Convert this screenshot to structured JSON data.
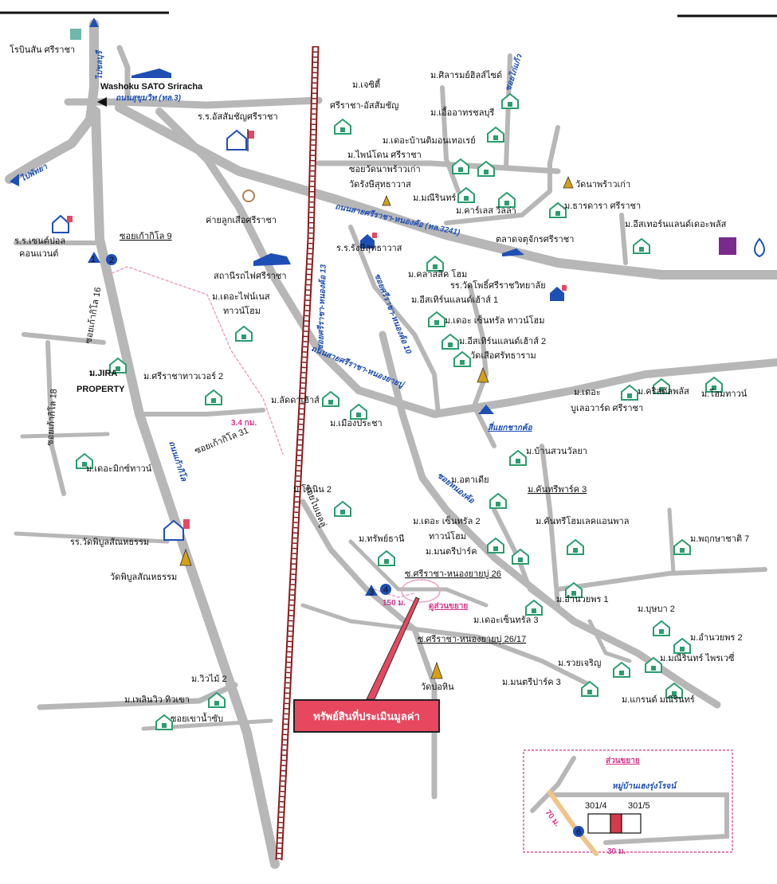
{
  "colors": {
    "road": "#b7b7b7",
    "rail": "#8b1a1a",
    "road_label": "#1e4fb5",
    "pink": "#d6338a",
    "asset": "#e8485f",
    "village": "#2a9d6e"
  },
  "labels": {
    "ropinson": "โรบินสัน ศรีราชา",
    "washoku": "Washoku SATO Sriracha",
    "rr_assumption": "ร.ร.อัสสัมชัญศรีราชา",
    "boy_scout": "ค่ายลูกเสือศรีราชา",
    "rr_central": "ร.ร.เซนต์ปอล",
    "convent": "คอนแวนต์",
    "soi_kaokilo9": "ซอยเก้ากิโล 9",
    "station": "สถานีรถไฟศรีราชา",
    "m_jc": "ม.เจซิตี้",
    "m_jc2": "ศรีราชา-อัสสัมชัญ",
    "m_silaram": "ม.ศิลารมย์ฮิลส์ไซด์",
    "m_euaarthorn": "ม.เอื้ออาทรชลบุรี",
    "m_theban": "ม.เดอะบ้านติมอนเทอเรย์",
    "m_pinedon": "ม.ไพน์โดน ศรีราชา",
    "soi_watnapra": "ซอยวัดนาพร้าวเก่า",
    "wat_rangsee": "วัดรังษีสุทธาวาส",
    "m_manee": "ม.มณีรินทร์",
    "m_karles": "ม.คาร์เลส วิลล่า",
    "wat_napra": "วัดนาพร้าวเก่า",
    "m_thandara": "ม.ธารดารา ศรีราชา",
    "m_eastern_land": "ม.อีสเทอร์นแลนด์เดอะพลัส",
    "market": "ตลาดจตุจักรศรีราชา",
    "rr_rangsee": "ร.ร.รังษีสุทธาวาส",
    "m_classic": "ม.คลาสสิค โฮม",
    "rr_wat_pho": "รร.วัดโพธิ์ศรีราชวิทยาลัย",
    "m_eastern1": "ม.อีสเทิร์นแลนด์เฮ้าส์ 1",
    "m_central_town": "ม.เดอะ เซ็นทรัล ทาวน์โฮม",
    "m_eastern2": "ม.อีสเทิร์นแลนด์เฮ้าส์ 2",
    "wat_suea": "วัดเสือศรัทธาราม",
    "m_thefine": "ม.เดอะไฟน์เนส",
    "thefine2": "ทาวน์โฮม",
    "m_jira": "ม.JIRA",
    "jira2": "PROPERTY",
    "m_sriracha_tower": "ม.ศรีราชาทาวเวอร์ 2",
    "m_ladda": "ม.ลัดดาเฮ้าส์",
    "m_muang": "ม.เมืองประชา",
    "m_the_boulevard": "ม.เดอะ",
    "boulevard2": "บูเลอวาร์ด ศรีราชา",
    "m_crystal": "ม.คริสตัลพลัส",
    "m_hometown": "ม.โฮมทาวน์",
    "intersection": "สี่แยกชากค้อ",
    "m_ban_suan": "ม.บ้านสวนวัลยา",
    "m_themix": "ม.เดอะมิกซ์ทาวน์",
    "dist_34": "3.4 กม.",
    "m_nonnin": "ม.โนนิน 2",
    "m_atcadia": "ม.อตาเดีย",
    "m_country3": "ม.คันทรีพาร์ค 3",
    "m_country_home": "ม.คันทรีโฮมเลคแอนพาล",
    "m_central2": "ม.เดอะ เซ็นทรัล 2",
    "central2b": "ทาวน์โฮม",
    "m_supthani": "ม.ทรัพย์ธานี",
    "m_monte": "ม.มนตรีปาร์ค",
    "m_pruksa": "ม.พฤกษาชาติ 7",
    "rr_wat_phiboon": "รร.วัดพิบูลสัณหธรรม",
    "wat_phiboon": "วัดพิบูลสัณหธรรม",
    "soi_26": "ซ.ศรีราชา-หนองยายบู่ 26",
    "loc_zone": "ดูส่วนขยาย",
    "dist_150": "150 ม.",
    "m_central3": "ม.เดอะเซ็นทรัล 3",
    "soi_26_17": "ซ.ศรีราชา-หนองยายบู่ 26/17",
    "m_amnuai1": "ม.อำนวยพร 1",
    "m_bura": "ม.บุษบา 2",
    "m_amnuai2": "ม.อำนวยพร 2",
    "m_maneerin_privacy": "ม.มณีรินทร์ ไพรเวซี่",
    "m_raicharoen": "ม.รวยเจริญ",
    "m_monte3": "ม.มนตรีปาร์ค 3",
    "m_grand": "ม.แกรนด์ มณีรินทร์",
    "wat_bohin": "วัดบ่อหิน",
    "m_viewmai": "ม.วิวไม้ 2",
    "m_phloenwiw": "ม.เพลินวิว ทิวเขา",
    "soi_khao": "ซอยเขาน้ำซับ",
    "soi_kaokilo16": "ซอยเก้ากิโล 16",
    "soi_kaokilo18": "ซอยเก้ากิโล 18",
    "soi_kaokilo31": "ซอยเก้ากิโล 31",
    "soi_nongyaibu": "ซอยไบเยลลู่",
    "soi_nong_kho": "ซอยหนองค้อ"
  },
  "roads": {
    "r_sukhumvit": "ถนนสุขุมวิท (ทล.3)",
    "r_to_pattaya": "ไปพัทยา",
    "r_to_chonburi": "ไปชลบุรี",
    "r_sriracha_nongkho": "ถนนสายศรีราชา-หนองค้อ (ทล.3241)",
    "r_soi_13": "ซอยศรีราชา-หนองค้อ 13",
    "r_soi_10": "ซอยศรีราชา-หนองค้อ 10",
    "r_nongyaibu": "ถนนสายศรีราชา-หนองยายบู่",
    "r_kaokilo": "ถนนเก้ากิโล",
    "r_soi_kaiklaeo": "ซอยไก่แก้ว"
  },
  "callout": {
    "label": "ทรัพย์สินที่ประเมินมูลค่า"
  },
  "inset": {
    "title": "ส่วนขยาย",
    "village": "หมู่บ้านเฮงรุ่งโรจน์",
    "plot_left": "301/4",
    "plot_right": "301/5",
    "dist_70": "70 ม.",
    "dist_30": "30 ม.",
    "marker_6": "6"
  },
  "markers": [
    "1",
    "2",
    "3",
    "4"
  ]
}
